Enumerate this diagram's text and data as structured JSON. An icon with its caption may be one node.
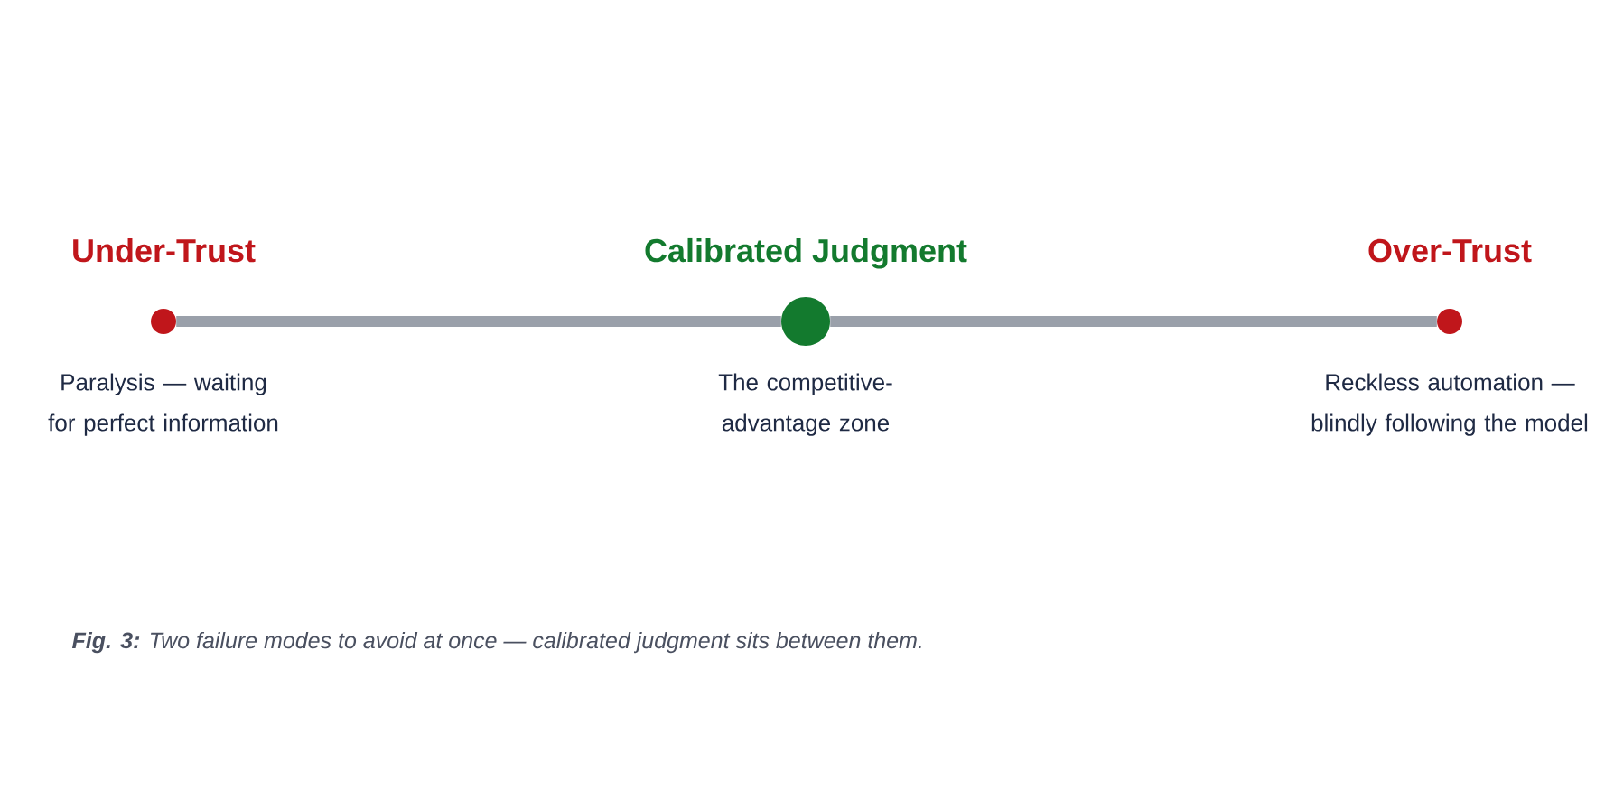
{
  "diagram": {
    "caption": "**Fig. 3:** Two failure modes to avoid at once — calibrated judgment sits between them.",
    "nodes": [
      {
        "text": [
          "Under-Trust",
          "Paralysis — waiting for perfect information"
        ]
      },
      {
        "text": [
          "Calibrated Judgment",
          "The competitive-advantage zone"
        ]
      },
      {
        "text": [
          "Over-Trust",
          "Reckless automation — blindly following the model"
        ]
      }
    ],
    "edges": [
      {
        "from": 0,
        "to": 1,
        "arrow": "none"
      },
      {
        "from": 1,
        "to": 2,
        "arrow": "none"
      }
    ]
  }
}
